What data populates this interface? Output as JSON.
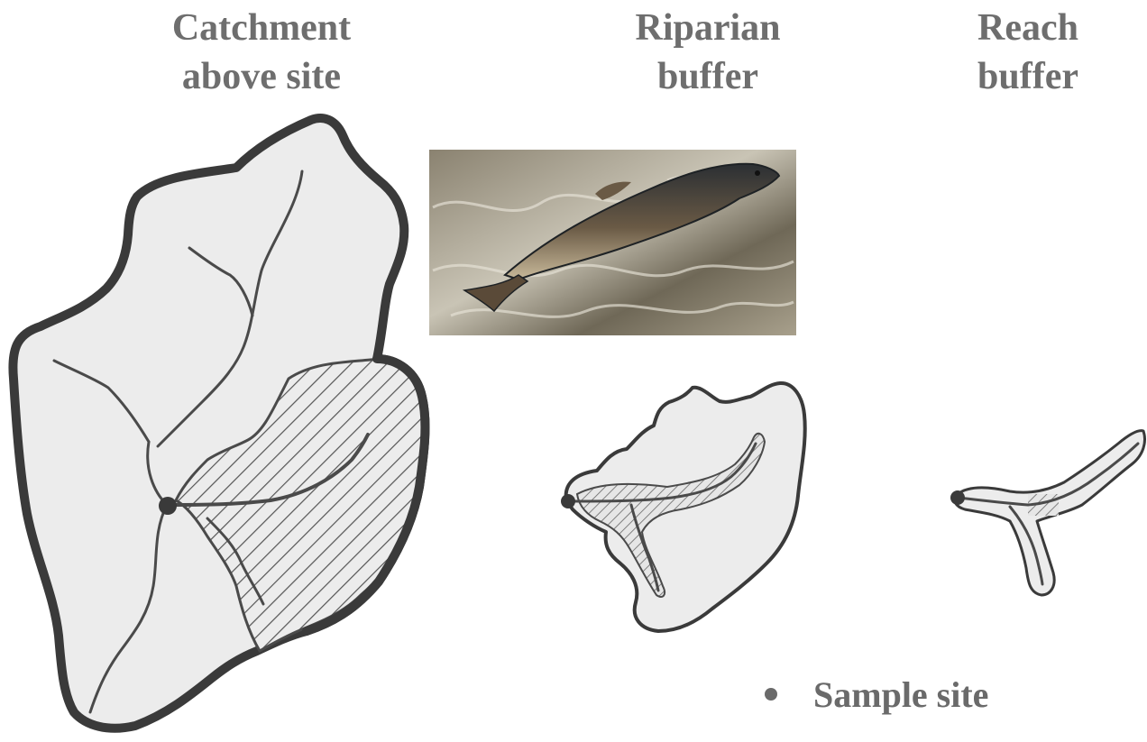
{
  "headings": {
    "catchment": [
      "Catchment",
      "above site"
    ],
    "riparian": [
      "Riparian",
      "buffer"
    ],
    "reach": [
      "Reach",
      "buffer"
    ]
  },
  "legend": {
    "label": "Sample site"
  },
  "colors": {
    "outline": "#3a3a3a",
    "fill": "#ececec",
    "stream": "#4a4a4a",
    "text": "#6e6e6e"
  },
  "photo": {
    "icon": "leaping-salmon-photo"
  }
}
